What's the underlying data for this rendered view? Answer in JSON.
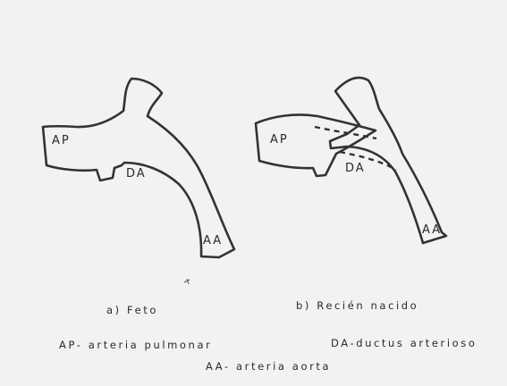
{
  "diagram": {
    "panel_a": {
      "label_ap": "AP",
      "label_da": "DA",
      "label_aa": "AA",
      "caption": "a) Feto"
    },
    "panel_b": {
      "label_ap": "AP",
      "label_da": "DA",
      "label_aa": "AA",
      "caption": "b) Recién nacido"
    },
    "legend": {
      "ap": "AP- arteria pulmonar",
      "da": "DA-ductus arterioso",
      "aa": "AA- arteria aorta"
    }
  }
}
